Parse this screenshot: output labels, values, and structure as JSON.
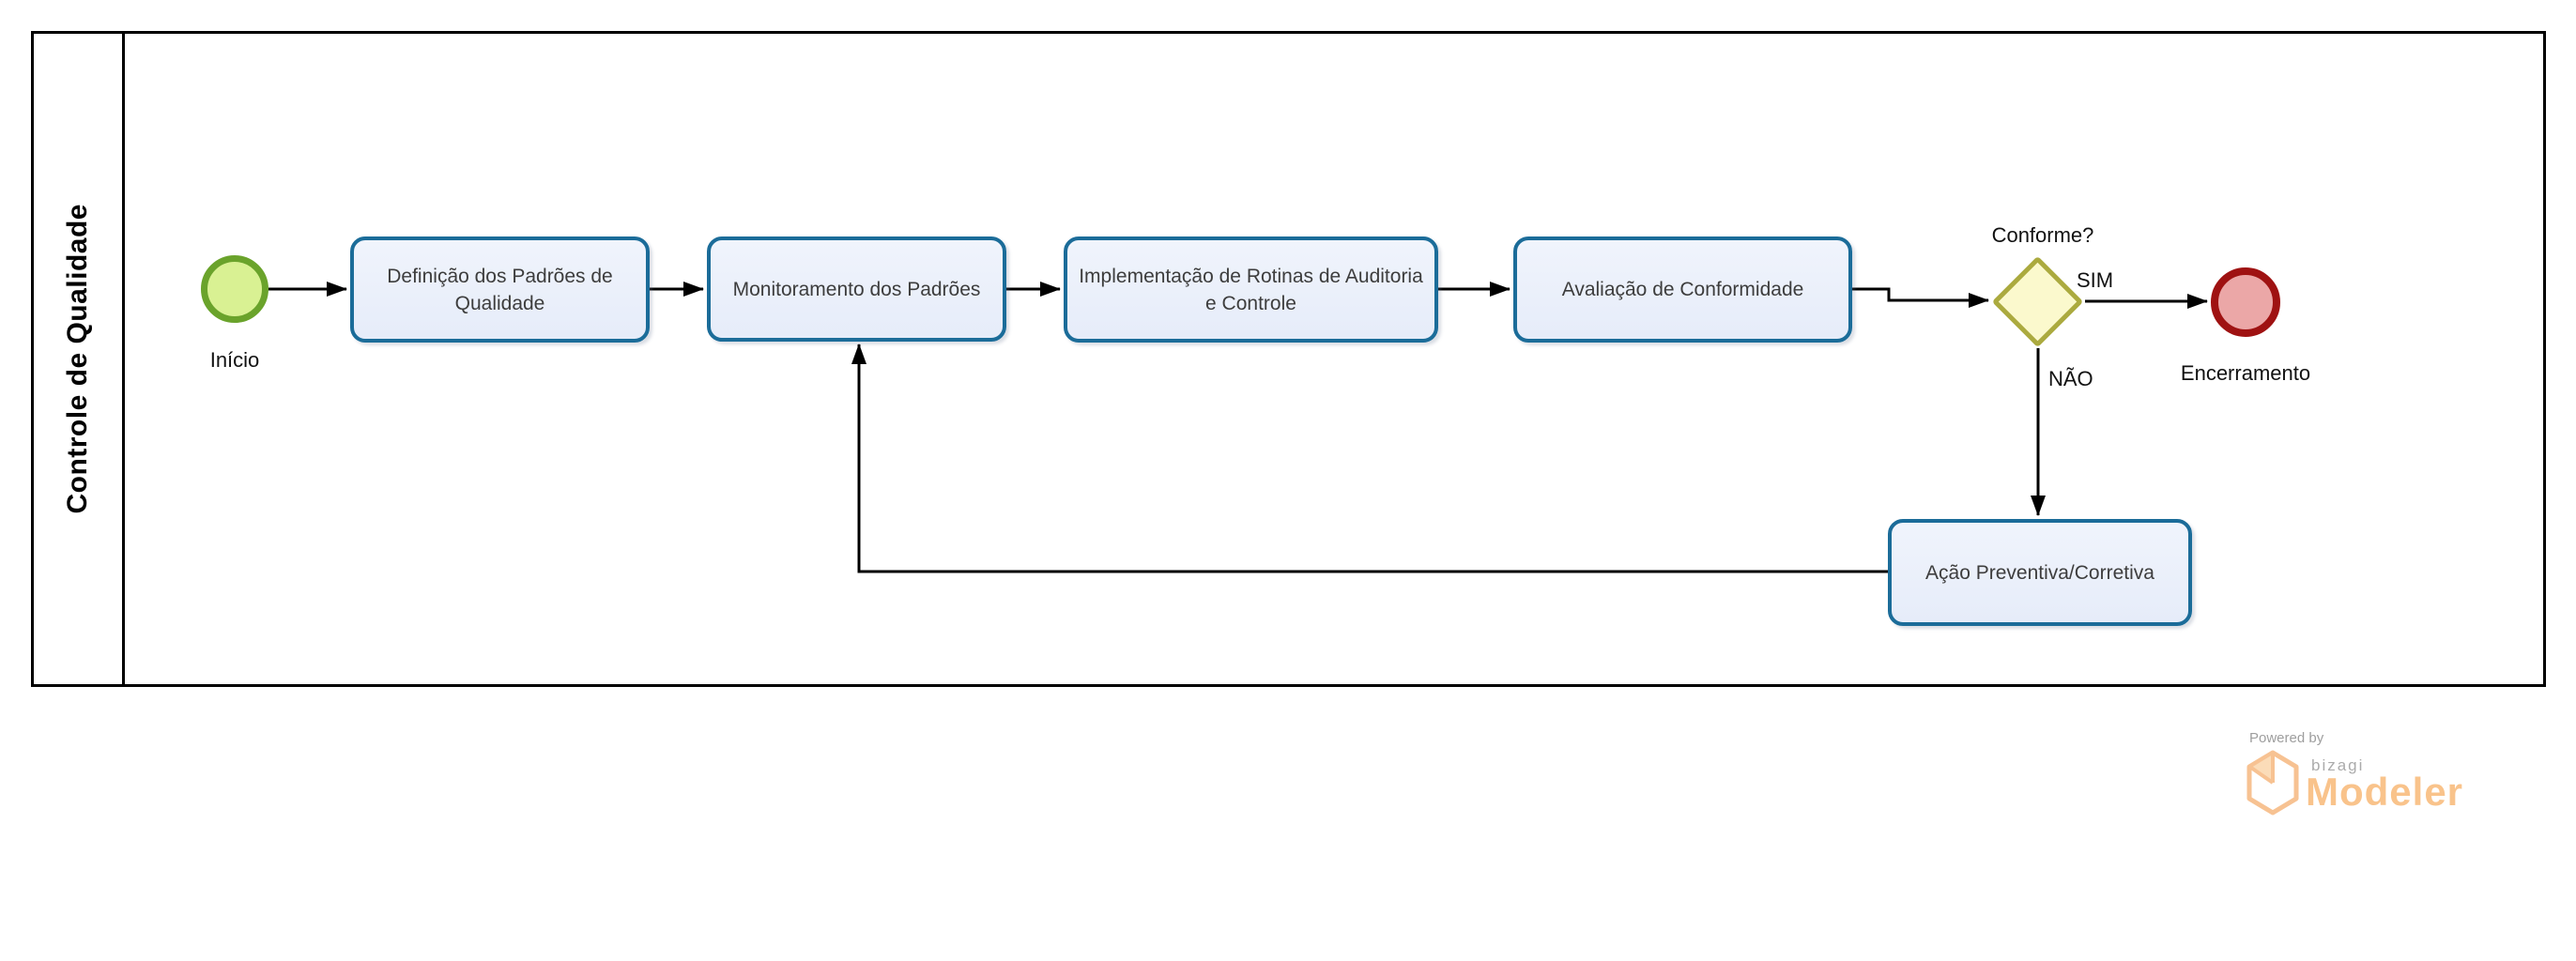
{
  "diagram": {
    "lane_title": "Controle de Qualidade",
    "nodes": {
      "start": {
        "type": "start-event",
        "label": "Início"
      },
      "task_definicao": {
        "type": "task",
        "label": "Definição dos Padrões de\nQualidade"
      },
      "task_monitoramento": {
        "type": "task",
        "label": "Monitoramento dos Padrões"
      },
      "task_implementacao": {
        "type": "task",
        "label": "Implementação de Rotinas de Auditoria\ne Controle"
      },
      "task_avaliacao": {
        "type": "task",
        "label": "Avaliação de Conformidade"
      },
      "gateway_conforme": {
        "type": "exclusive-gateway",
        "label": "Conforme?"
      },
      "task_acao": {
        "type": "task",
        "label": "Ação Preventiva/Corretiva"
      },
      "end": {
        "type": "end-event",
        "label": "Encerramento"
      }
    },
    "flows": {
      "sim_label": "SIM",
      "nao_label": "NÃO"
    },
    "colors": {
      "task_border": "#1b6c99",
      "task_fill_top": "#f0f4fc",
      "task_fill_bottom": "#e6ecf9",
      "start_border": "#6aa32b",
      "start_fill": "#d9f193",
      "end_border": "#9f1212",
      "end_fill": "#eba7a7",
      "gateway_border": "#abaa3f",
      "gateway_fill": "#fbf9cd",
      "flow_color": "#000000",
      "brand_orange": "#f9c38b",
      "brand_gray": "#9e9e9e"
    }
  },
  "branding": {
    "powered_by": "Powered by",
    "brand_name": "bizagi",
    "product_name": "Modeler",
    "logo_icon": "bizagi-hexagon-icon"
  }
}
